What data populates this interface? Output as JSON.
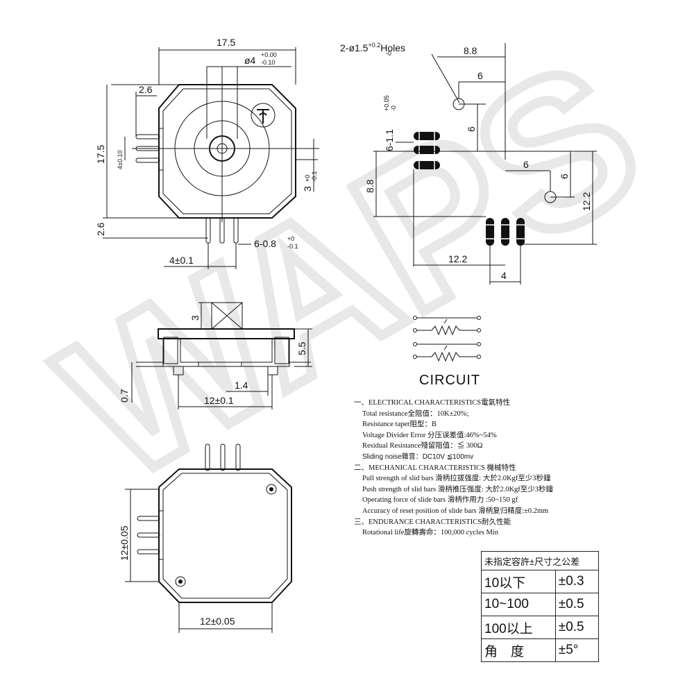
{
  "top_view": {
    "width": "17.5",
    "height": "17.5",
    "shaft_dia_base": "ø4",
    "shaft_tol_plus": "+0.00",
    "shaft_tol_minus": "-0.10",
    "corner_top": "2.6",
    "corner_bottom": "2.6",
    "pin_pitch_base": "4",
    "pin_pitch_tol": "±0.10",
    "offset_base": "3",
    "offset_tol_plus": "+0",
    "offset_tol_minus": "-0.1",
    "pin_width_base": "6-0.8",
    "pin_width_tol_plus": "+0",
    "pin_width_tol_minus": "-0.1",
    "pin_pitch_bottom": "4±0.1"
  },
  "pcb_layout": {
    "holes_label_base": "2-ø1.5",
    "holes_tol_plus": "+0.2",
    "holes_tol_minus": "-0",
    "holes_suffix": "Holes",
    "dim_top": "8.8",
    "dim_6a": "6",
    "dim_6b": "6",
    "dim_6c": "6",
    "dim_6d": "6",
    "pad_label": "6-1.1",
    "pad_tol_plus": "+0.05",
    "pad_tol_minus": "-0",
    "dim_left": "8.8",
    "dim_right": "12.2",
    "dim_bottom": "12.2",
    "dim_pitch": "4"
  },
  "side_view": {
    "shaft_height": "3",
    "body_height": "5.5",
    "pin_offset": "0.7",
    "inner": "1.4",
    "width": "12±0.1"
  },
  "bottom_view": {
    "height": "12±0.05",
    "width": "12±0.05"
  },
  "circuit": {
    "title": "CIRCUIT"
  },
  "specs": {
    "electrical_title": "一、ELECTRICAL CHARACTERISTICS電氣特性",
    "electrical_items": [
      "Total resistance全阻值：10K±20%;",
      "Resistance taper阻型：B",
      "Voltage Divider Error 分压误差值:46%~54%",
      "Residual Resistance殘留阻值：≦ 300Ω",
      "Sliding noise雜音：DC10V ≦100mv"
    ],
    "mechanical_title": "二、MECHANICAL CHARACTERISTICS 機械特性",
    "mechanical_items": [
      "Pull strength of slid bars 滑柄拉拔强度: 大於2.0Kgf至少3秒鐘",
      "Push strength of slid bars 滑柄推压强度: 大於2.0Kgf至少3秒鐘",
      "Operating force of slide bars 滑柄作用力 :50~150 gf",
      "Accuracy of reset position of slide bars 滑柄复归精度:±0.2mm"
    ],
    "endurance_title": "三、ENDURANCE CHARACTERISTICS耐久性能",
    "endurance_items": [
      "Rotational life旋轉壽命：100,000 cycles Min"
    ]
  },
  "tolerance_table": {
    "header": "未指定容許±尺寸之公差",
    "rows": [
      {
        "range": "10以下",
        "tol": "±0.3"
      },
      {
        "range": "10~100",
        "tol": "±0.5"
      },
      {
        "range": "100以上",
        "tol": "±0.5"
      },
      {
        "range": "角　度",
        "tol": "±5°"
      }
    ]
  },
  "watermark": {
    "text": "WAPS"
  }
}
